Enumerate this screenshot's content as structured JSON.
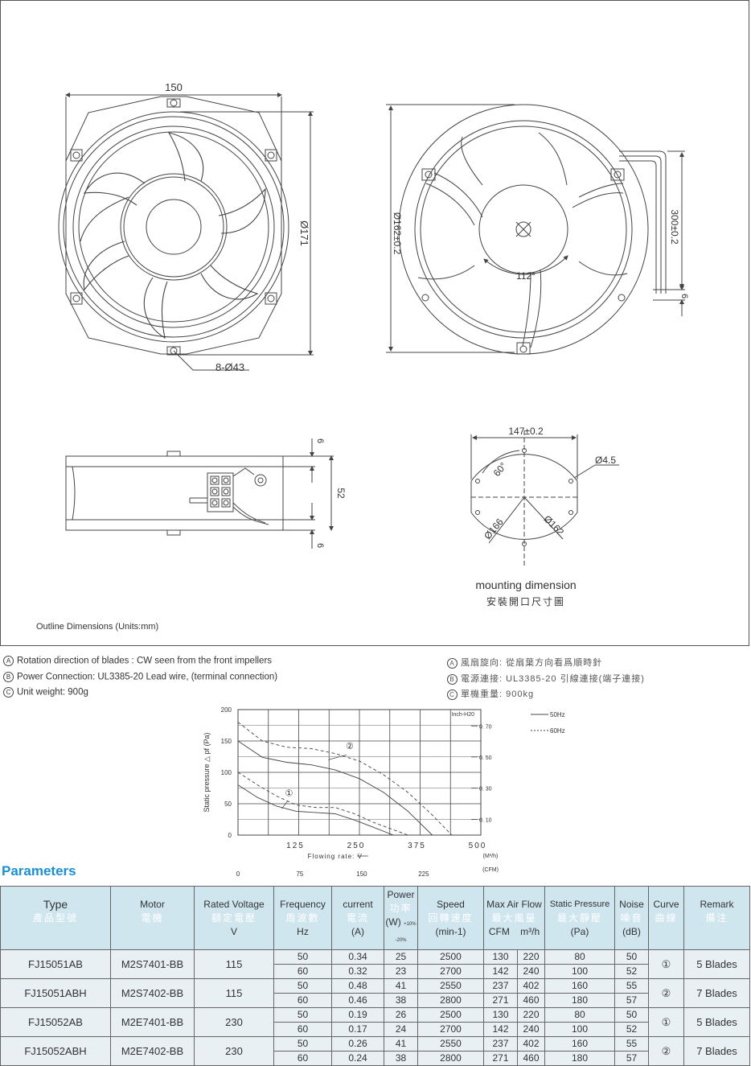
{
  "drawing": {
    "dim_width": "150",
    "dim_diameter_outer": "Ø171",
    "dim_holes": "8-Ø43",
    "dim_diameter_rear": "Ø162±0.2",
    "dim_wire": "300±0.2",
    "dim_wire_small": "6",
    "dim_angle": "112°",
    "dim_depth": "52",
    "dim_flange_top": "6",
    "dim_flange_bottom": "6",
    "mount_width": "147±0.2",
    "mount_hole": "Ø4.5",
    "mount_angle": "60°",
    "mount_d1": "Ø166",
    "mount_d2": "Ø162",
    "mount_caption_en": "mounting dimension",
    "mount_caption_zh": "安裝開口尺寸圖",
    "outline_caption": "Outline Dimensions (Units:mm)"
  },
  "notes": {
    "en": [
      {
        "mark": "A",
        "text": "Rotation direction of blades : CW seen from the front impellers"
      },
      {
        "mark": "B",
        "text": "Power Connection:  UL3385-20 Lead wire, (terminal connection)"
      },
      {
        "mark": "C",
        "text": "Unit weight:  900g"
      }
    ],
    "zh": [
      {
        "mark": "A",
        "text": "風扇旋向: 從扇葉方向看爲順時針"
      },
      {
        "mark": "B",
        "text": "電源連接: UL3385-20 引線連接(端子連接)"
      },
      {
        "mark": "C",
        "text": "單機重量: 900kg"
      }
    ]
  },
  "chart_data": {
    "type": "line",
    "ylabel": "Static pressure △ pf (Pa)",
    "xlabel": "Flowing rate: V̇",
    "x_unit": "(M³/h)",
    "x_unit2": "(CFM)",
    "y2_unit": "Inch-H20",
    "xlim": [
      0,
      500
    ],
    "ylim": [
      0,
      200
    ],
    "x_ticks": [
      "125",
      "250",
      "375",
      "500"
    ],
    "x_ticks_values": [
      125,
      250,
      375,
      500
    ],
    "y_ticks": [
      "0",
      "50",
      "100",
      "150",
      "200"
    ],
    "y_ticks_values": [
      0,
      50,
      100,
      150,
      200
    ],
    "y2_ticks": [
      "0. 70",
      "0. 50",
      "0. 30",
      "0. 10"
    ],
    "y2_ticks_values": [
      174,
      124.5,
      74.7,
      24.9
    ],
    "cfm_ticks": [
      "0",
      "75",
      "150",
      "225"
    ],
    "cfm_ticks_values": [
      0,
      127.4,
      254.9,
      382.3
    ],
    "legend": [
      "50Hz",
      "60Hz"
    ],
    "curve_labels": [
      "①",
      "②"
    ],
    "series": [
      {
        "name": "50Hz",
        "curve": "1",
        "x": [
          0,
          40,
          80,
          120,
          160,
          200,
          240,
          280,
          320
        ],
        "y": [
          80,
          60,
          46,
          38,
          36,
          34,
          24,
          12,
          0
        ]
      },
      {
        "name": "60Hz",
        "curve": "1",
        "x": [
          0,
          40,
          80,
          120,
          160,
          200,
          240,
          280,
          350
        ],
        "y": [
          100,
          80,
          62,
          48,
          44,
          44,
          34,
          20,
          0
        ]
      },
      {
        "name": "50Hz",
        "curve": "2",
        "x": [
          0,
          50,
          100,
          150,
          200,
          250,
          300,
          350,
          400
        ],
        "y": [
          150,
          124,
          116,
          112,
          104,
          90,
          68,
          38,
          0
        ]
      },
      {
        "name": "60Hz",
        "curve": "2",
        "x": [
          0,
          50,
          100,
          150,
          200,
          250,
          300,
          350,
          400,
          440
        ],
        "y": [
          180,
          150,
          140,
          138,
          130,
          118,
          96,
          68,
          32,
          0
        ]
      }
    ]
  },
  "params": {
    "title": "Parameters",
    "headers": [
      {
        "en": "Type",
        "zh": "產品型號"
      },
      {
        "en": "Motor",
        "zh": "電機"
      },
      {
        "en": "Rated Voltage",
        "zh": "額定電壓",
        "unit": "V"
      },
      {
        "en": "Frequency",
        "zh": "周波數",
        "unit": "Hz"
      },
      {
        "en": "current",
        "zh": "電流",
        "unit": "(A)"
      },
      {
        "en": "Power",
        "zh": "功率",
        "unit": "(W)",
        "tol": "+10% -20%"
      },
      {
        "en": "Speed",
        "zh": "回轉速度",
        "unit": "(min-1)"
      },
      {
        "en": "Max Air Flow",
        "zh": "最大風量",
        "unit_a": "CFM",
        "unit_b": "m³/h"
      },
      {
        "en": "Static Pressure",
        "zh": "最大靜壓",
        "unit": "(Pa)"
      },
      {
        "en": "Noise",
        "zh": "噪音",
        "unit": "(dB)"
      },
      {
        "en": "Curve",
        "zh": "曲線"
      },
      {
        "en": "Remark",
        "zh": "備注"
      }
    ],
    "rows": [
      {
        "type": "FJ15051AB",
        "motor": "M2S7401-BB",
        "voltage": "115",
        "curve": "①",
        "remark": "5 Blades",
        "sub": [
          {
            "hz": "50",
            "a": "0.34",
            "w": "25",
            "rpm": "2500",
            "cfm": "130",
            "m3h": "220",
            "pa": "80",
            "db": "50"
          },
          {
            "hz": "60",
            "a": "0.32",
            "w": "23",
            "rpm": "2700",
            "cfm": "142",
            "m3h": "240",
            "pa": "100",
            "db": "52"
          }
        ]
      },
      {
        "type": "FJ15051ABH",
        "motor": "M2S7402-BB",
        "voltage": "115",
        "curve": "②",
        "remark": "7 Blades",
        "sub": [
          {
            "hz": "50",
            "a": "0.48",
            "w": "41",
            "rpm": "2550",
            "cfm": "237",
            "m3h": "402",
            "pa": "160",
            "db": "55"
          },
          {
            "hz": "60",
            "a": "0.46",
            "w": "38",
            "rpm": "2800",
            "cfm": "271",
            "m3h": "460",
            "pa": "180",
            "db": "57"
          }
        ]
      },
      {
        "type": "FJ15052AB",
        "motor": "M2E7401-BB",
        "voltage": "230",
        "curve": "①",
        "remark": "5 Blades",
        "sub": [
          {
            "hz": "50",
            "a": "0.19",
            "w": "26",
            "rpm": "2500",
            "cfm": "130",
            "m3h": "220",
            "pa": "80",
            "db": "50"
          },
          {
            "hz": "60",
            "a": "0.17",
            "w": "24",
            "rpm": "2700",
            "cfm": "142",
            "m3h": "240",
            "pa": "100",
            "db": "52"
          }
        ]
      },
      {
        "type": "FJ15052ABH",
        "motor": "M2E7402-BB",
        "voltage": "230",
        "curve": "②",
        "remark": "7 Blades",
        "sub": [
          {
            "hz": "50",
            "a": "0.26",
            "w": "41",
            "rpm": "2550",
            "cfm": "237",
            "m3h": "402",
            "pa": "160",
            "db": "55"
          },
          {
            "hz": "60",
            "a": "0.24",
            "w": "38",
            "rpm": "2800",
            "cfm": "271",
            "m3h": "460",
            "pa": "180",
            "db": "57"
          }
        ]
      }
    ]
  }
}
